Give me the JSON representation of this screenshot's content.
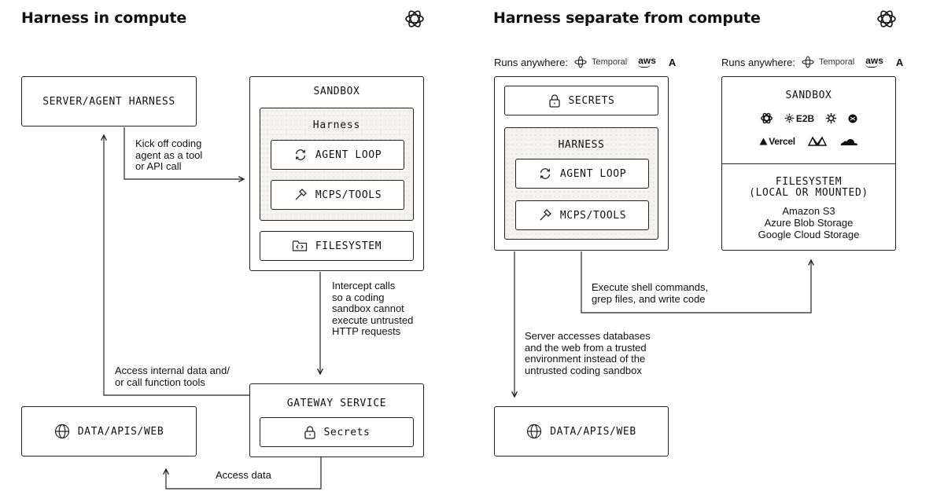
{
  "left": {
    "title": "Harness in compute",
    "server_box": "SERVER/AGENT HARNESS",
    "sandbox": {
      "title": "SANDBOX",
      "harness_title": "Harness",
      "agent_loop": "AGENT LOOP",
      "mcps_tools": "MCPS/TOOLS",
      "filesystem": "FILESYSTEM"
    },
    "gateway": {
      "title": "GATEWAY SERVICE",
      "secrets": "Secrets"
    },
    "data_box": "DATA/APIS/WEB",
    "notes": {
      "kickoff": [
        "Kick off coding",
        "agent as a tool",
        "or API call"
      ],
      "intercept": [
        "Intercept calls",
        "so a coding",
        "sandbox cannot",
        "execute untrusted",
        "HTTP requests"
      ],
      "access_internal": [
        "Access internal data and/",
        "or call function tools"
      ],
      "access_data": "Access data"
    }
  },
  "right": {
    "title": "Harness separate from compute",
    "runs_anywhere": {
      "label": "Runs anywhere:",
      "temporal": "Temporal",
      "aws": "aws",
      "anthropic": "A"
    },
    "harness_box": {
      "secrets": "SECRETS",
      "harness_title": "HARNESS",
      "agent_loop": "AGENT LOOP",
      "mcps_tools": "MCPS/TOOLS"
    },
    "sandbox_box": {
      "title": "SANDBOX",
      "e2b": "E2B",
      "vercel": "Vercel",
      "filesystem_title_line1": "FILESYSTEM",
      "filesystem_title_line2": "(LOCAL OR MOUNTED)",
      "storage": [
        "Amazon S3",
        "Azure Blob Storage",
        "Google Cloud Storage"
      ]
    },
    "data_box": "DATA/APIS/WEB",
    "notes": {
      "execute": [
        "Execute shell commands,",
        "grep files, and write code"
      ],
      "server_access": [
        "Server accesses databases",
        "and the web from a trusted",
        "environment instead of the",
        "untrusted coding sandbox"
      ]
    }
  },
  "colors": {
    "ink": "#111111",
    "dotted_fill": "#f4f2ee"
  },
  "icons": [
    "openai-logo-icon",
    "refresh-icon",
    "hammer-icon",
    "folder-code-icon",
    "lock-icon",
    "globe-icon",
    "temporal-logo-icon",
    "aws-logo-icon",
    "anthropic-logo-icon",
    "e2b-logo-icon",
    "vercel-logo-icon",
    "cloudflare-logo-icon",
    "modal-logo-icon",
    "daytona-logo-icon",
    "gear-logo-icon"
  ]
}
